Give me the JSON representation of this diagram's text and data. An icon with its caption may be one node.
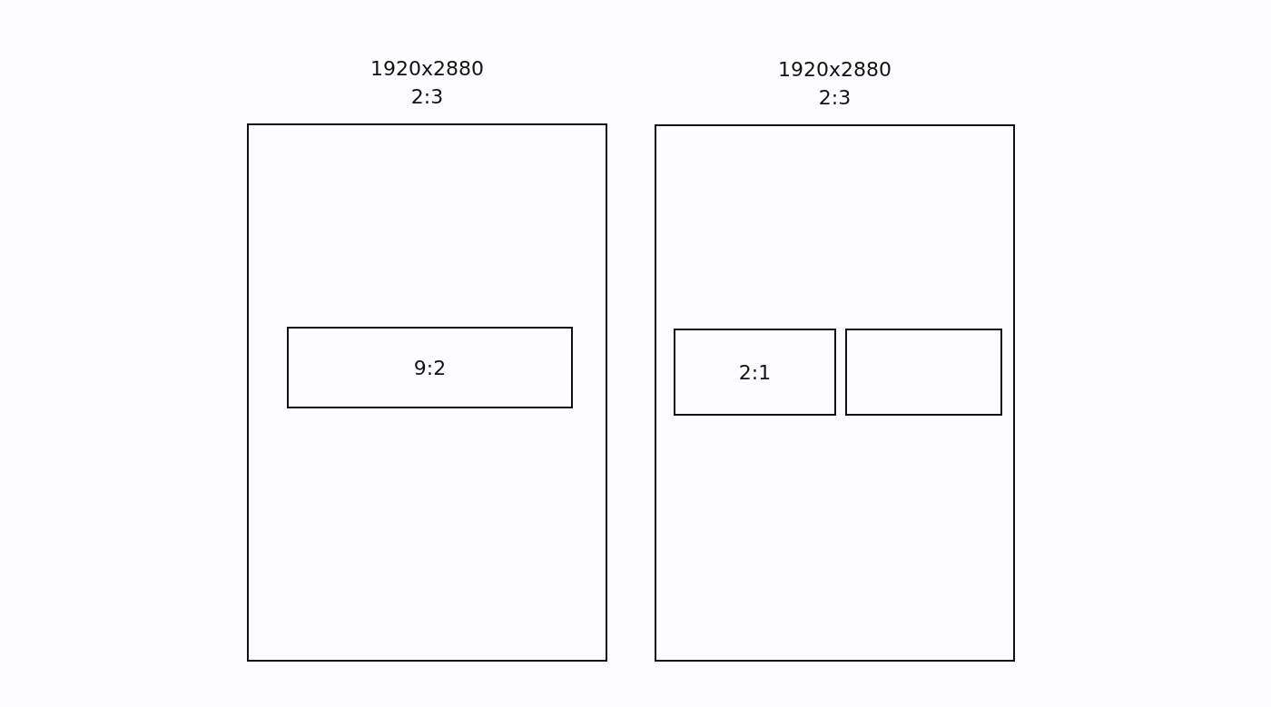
{
  "diagram": {
    "nodes": [
      {
        "text": [
          "1920x2880",
          "2:3"
        ]
      },
      {
        "text": [
          "9:2"
        ],
        "in": 0
      },
      {
        "text": [
          "1920x2880",
          "2:3"
        ]
      },
      {
        "text": [
          "2:1"
        ],
        "in": 2
      },
      {
        "text": [],
        "shape": "box",
        "in": 2
      }
    ],
    "edges": []
  }
}
